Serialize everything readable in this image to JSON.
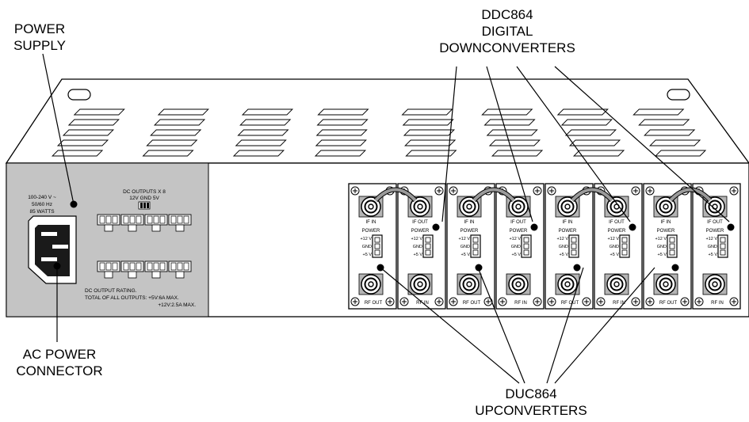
{
  "callouts": {
    "power_supply": [
      "POWER",
      "SUPPLY"
    ],
    "ddc": [
      "DDC864",
      "DIGITAL",
      "DOWNCONVERTERS"
    ],
    "ac_power": [
      "AC POWER",
      "CONNECTOR"
    ],
    "duc": [
      "DUC864",
      "UPCONVERTERS"
    ]
  },
  "power_panel": {
    "voltage": "100-240 V ~",
    "frequency": "50/60 Hz",
    "watts": "85 WATTS",
    "dc_outputs": "DC OUTPUTS X 8",
    "dc_pins": "12V GND 5V",
    "rating_1": "DC OUTPUT RATING.",
    "rating_2": "TOTAL OF ALL OUTPUTS:  +5V:6A MAX.",
    "rating_3": "+12V:2.5A MAX."
  },
  "module_labels": {
    "if_in": "IF IN",
    "if_out": "IF OUT",
    "rf_out": "RF OUT",
    "rf_in": "RF IN",
    "power": "POWER",
    "v12": "+12 V",
    "gnd": "GND",
    "v5": "+5 V"
  },
  "modules": [
    {
      "type": "DUC864",
      "top": "IF IN",
      "bottom": "RF OUT"
    },
    {
      "type": "DDC864",
      "top": "IF OUT",
      "bottom": "RF IN"
    },
    {
      "type": "DUC864",
      "top": "IF IN",
      "bottom": "RF OUT"
    },
    {
      "type": "DDC864",
      "top": "IF OUT",
      "bottom": "RF IN"
    },
    {
      "type": "DUC864",
      "top": "IF IN",
      "bottom": "RF OUT"
    },
    {
      "type": "DDC864",
      "top": "IF OUT",
      "bottom": "RF IN"
    },
    {
      "type": "DUC864",
      "top": "IF IN",
      "bottom": "RF OUT"
    },
    {
      "type": "DDC864",
      "top": "IF OUT",
      "bottom": "RF IN"
    }
  ]
}
